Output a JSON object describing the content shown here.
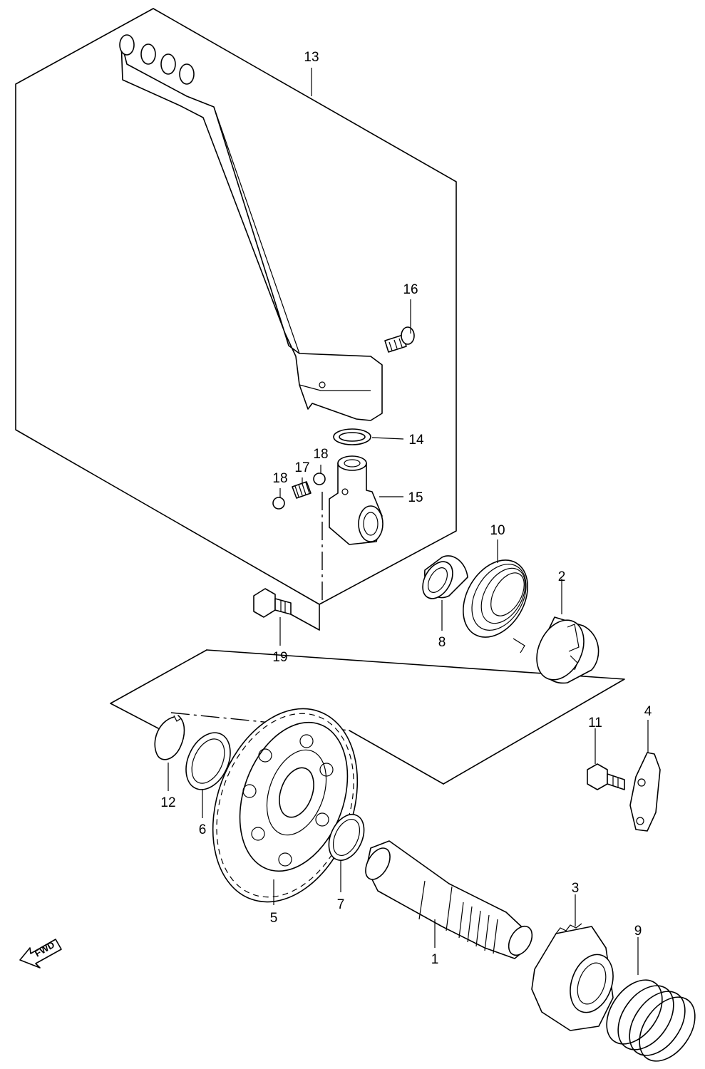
{
  "parts": [
    {
      "id": "p1",
      "label": "1"
    },
    {
      "id": "p2",
      "label": "2"
    },
    {
      "id": "p3",
      "label": "3"
    },
    {
      "id": "p4",
      "label": "4"
    },
    {
      "id": "p5",
      "label": "5"
    },
    {
      "id": "p6",
      "label": "6"
    },
    {
      "id": "p7",
      "label": "7"
    },
    {
      "id": "p8",
      "label": "8"
    },
    {
      "id": "p9",
      "label": "9"
    },
    {
      "id": "p10",
      "label": "10"
    },
    {
      "id": "p11",
      "label": "11"
    },
    {
      "id": "p12",
      "label": "12"
    },
    {
      "id": "p13",
      "label": "13"
    },
    {
      "id": "p14",
      "label": "14"
    },
    {
      "id": "p15",
      "label": "15"
    },
    {
      "id": "p16",
      "label": "16"
    },
    {
      "id": "p17",
      "label": "17"
    },
    {
      "id": "p18a",
      "label": "18"
    },
    {
      "id": "p18b",
      "label": "18"
    },
    {
      "id": "p19",
      "label": "19"
    }
  ],
  "direction_indicator": {
    "label": "FWD",
    "icon": "forward-arrow-icon"
  },
  "colors": {
    "line": "#000000",
    "background": "#ffffff"
  }
}
